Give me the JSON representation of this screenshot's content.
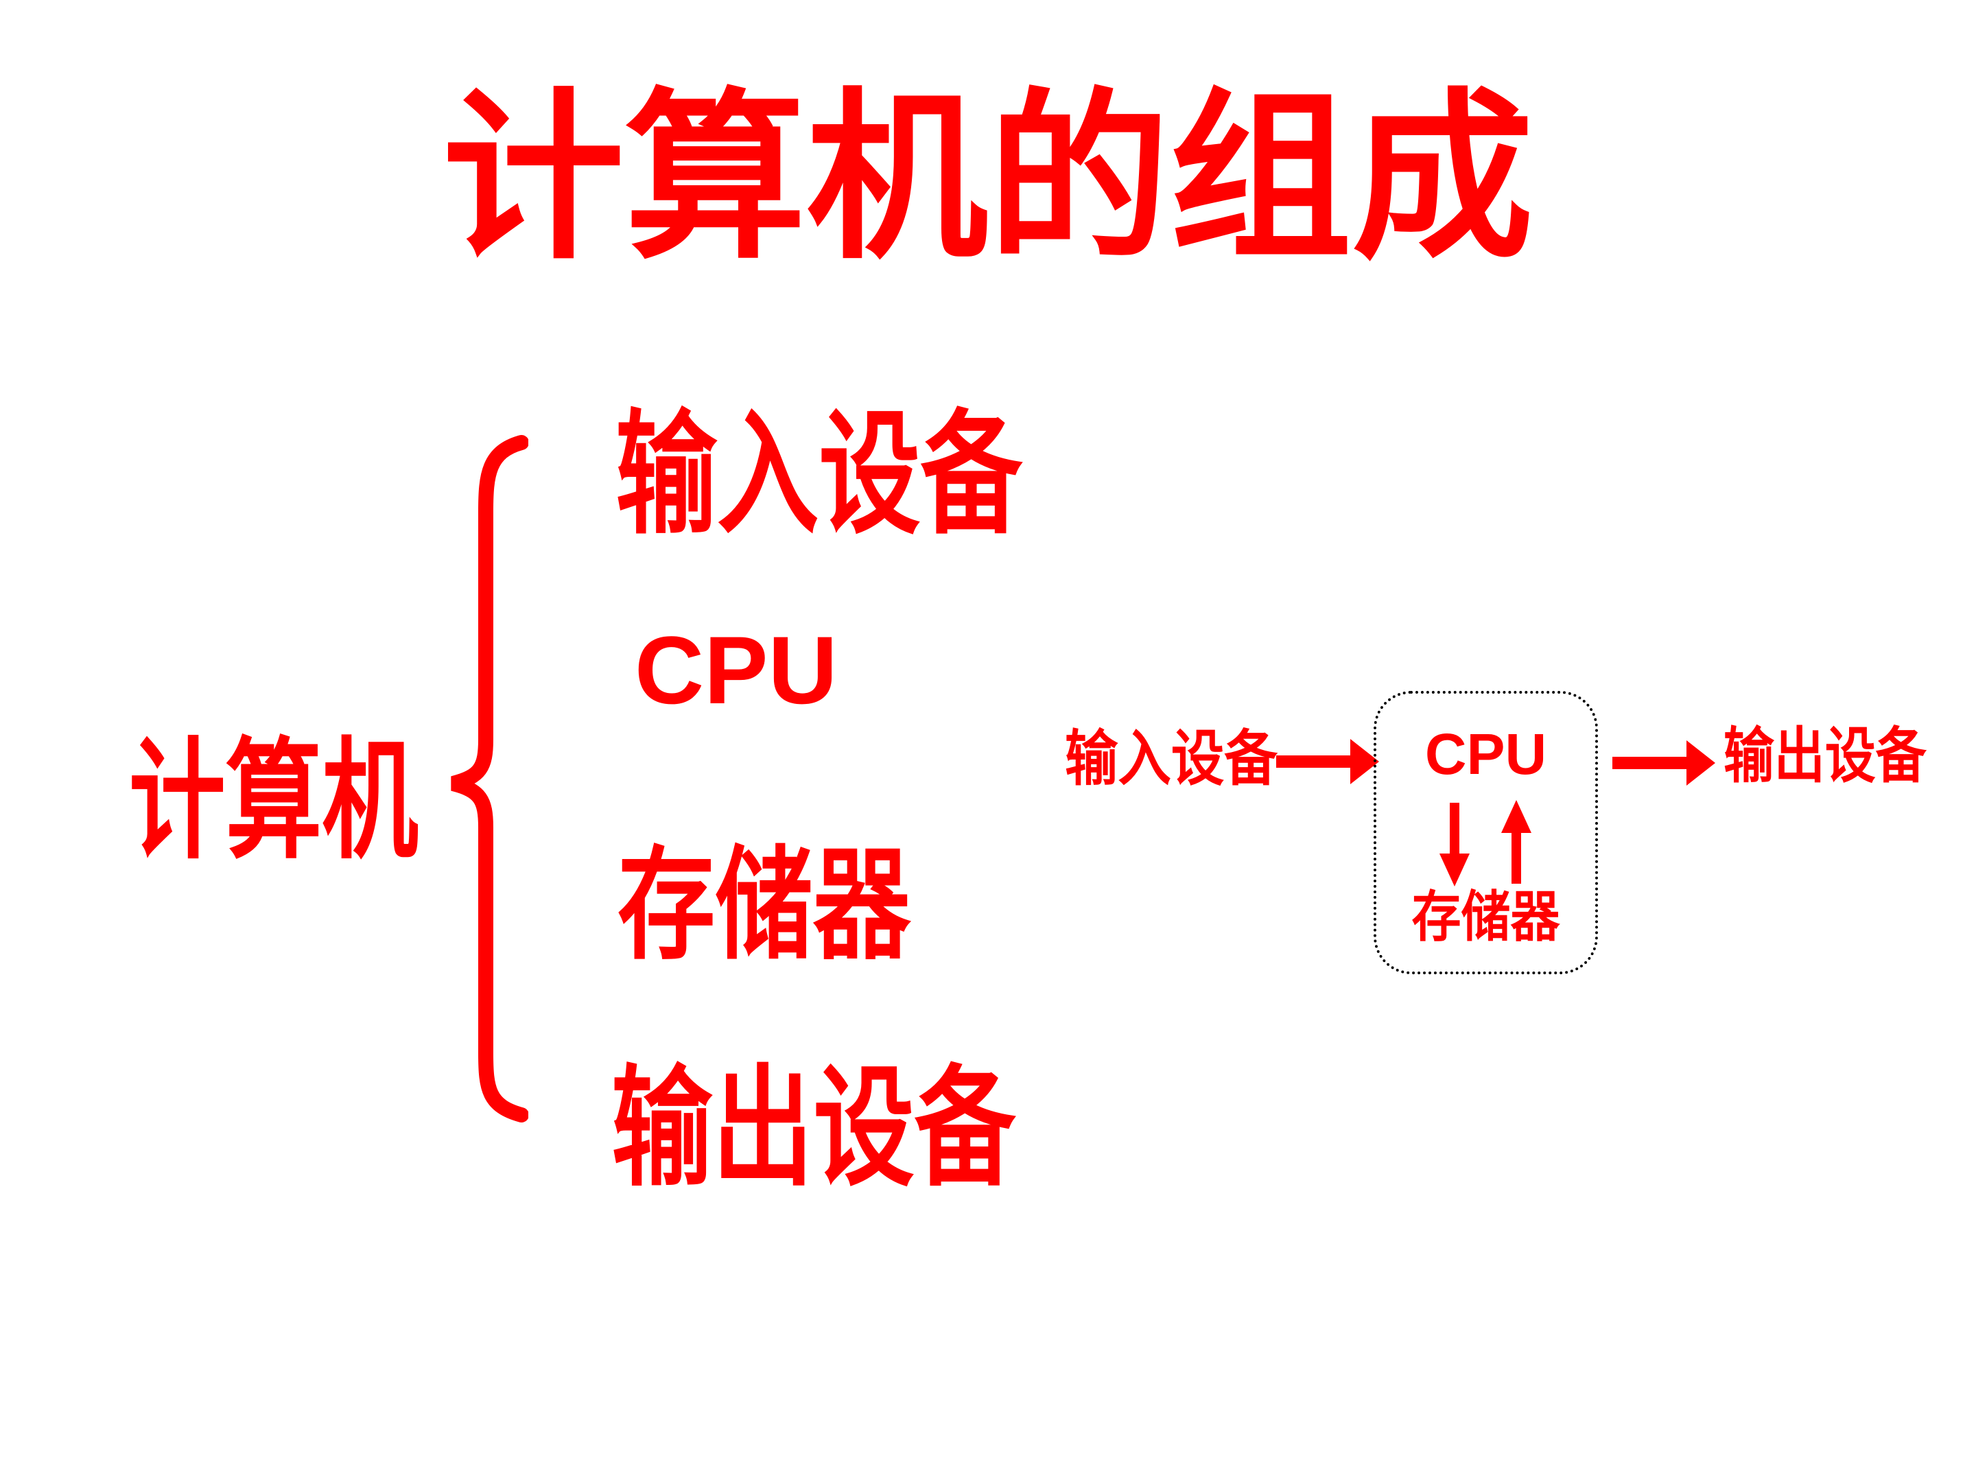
{
  "slide": {
    "title": "计算机的组成"
  },
  "outline": {
    "root": "计算机",
    "items": [
      "输入设备",
      "CPU",
      "存储器",
      "输出设备"
    ]
  },
  "diagram": {
    "input_label": "输入设备",
    "cpu_label": "CPU",
    "memory_label": "存储器",
    "output_label": "输出设备",
    "icons": {
      "brace": "left-curly-brace",
      "flow_in": "arrow-right",
      "flow_out": "arrow-right",
      "cpu_to_memory": "arrow-down",
      "memory_to_cpu": "arrow-up"
    }
  },
  "colors": {
    "accent_red": "#FF0000",
    "background": "#FFFFFF",
    "box_border": "#000000"
  }
}
